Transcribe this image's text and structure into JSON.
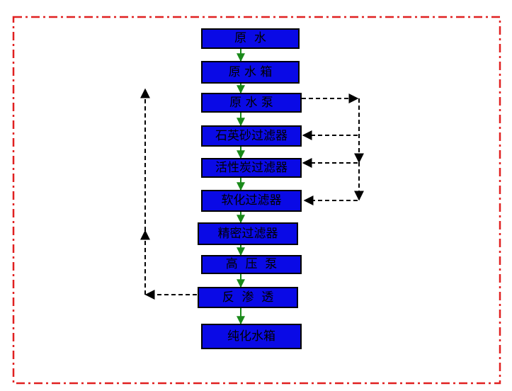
{
  "diagram": {
    "steps": [
      {
        "id": "raw-water",
        "label": "原  水"
      },
      {
        "id": "raw-water-tank",
        "label": "原 水 箱"
      },
      {
        "id": "raw-water-pump",
        "label": "原 水 泵"
      },
      {
        "id": "quartz-sand-filter",
        "label": "石英砂过滤器"
      },
      {
        "id": "activated-carbon-filter",
        "label": "活性炭过滤器"
      },
      {
        "id": "softening-filter",
        "label": "软化过滤器"
      },
      {
        "id": "precision-filter",
        "label": "精密过滤器"
      },
      {
        "id": "high-pressure-pump",
        "label": "高  压  泵"
      },
      {
        "id": "reverse-osmosis",
        "label": "反  渗  透"
      },
      {
        "id": "pure-water-tank",
        "label": "纯化水箱"
      }
    ],
    "colors": {
      "box_fill": "#0a0ae6",
      "box_border": "#000000",
      "flow_arrow": "#1a8a1a",
      "return_line": "#000000",
      "frame": "#e02020"
    }
  }
}
